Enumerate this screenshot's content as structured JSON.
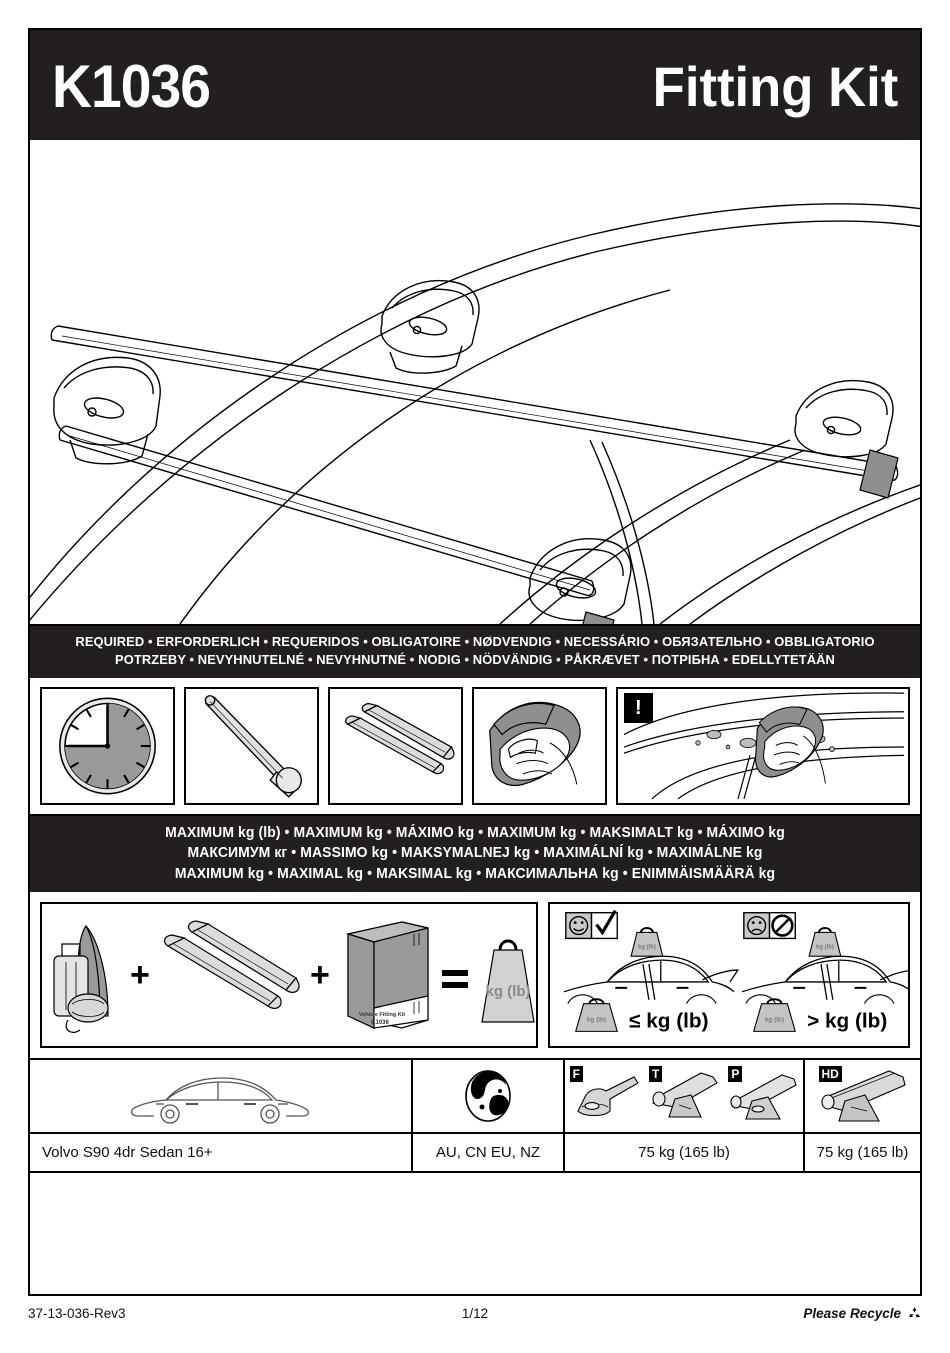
{
  "header": {
    "kit_code": "K1036",
    "title": "Fitting Kit"
  },
  "hero": {
    "description": "Line drawing of car roof with two crossbars mounted on roof feet"
  },
  "required_band": {
    "line1": "REQUIRED • ERFORDERLICH • REQUERIDOS • OBLIGATOIRE • NØDVENDIG • NECESSÁRIO • ОБЯЗАТЕЛЬНО • OBBLIGATORIO",
    "line2": "POTRZEBY • NEVYHNUTELNÉ • NEVYHNUTNÉ • NODIG • NÖDVÄNDIG • PÅKRÆVET • ПОТРІБНА • EDELLYTETÄÄN"
  },
  "tools": [
    {
      "name": "clock-15-minutes",
      "label": "15 minutes"
    },
    {
      "name": "torque-wrench",
      "label": "Torque wrench"
    },
    {
      "name": "roof-bars",
      "label": "Roof bars"
    },
    {
      "name": "cleaning-cloth-hand",
      "label": "Cloth"
    },
    {
      "name": "clean-roof-warning",
      "label": "Clean roof area",
      "warning": "!"
    }
  ],
  "maximum_band": {
    "line1": "MAXIMUM kg (lb) • MAXIMUM kg • MÁXIMO kg • MAXIMUM kg • MAKSIMALT kg • MÁXIMO kg",
    "line2": "МАКСИМУМ кг • MASSIMO kg • MAKSYMALNEJ kg • MAXIMÁLNÍ kg • MAXIMÁLNE kg",
    "line3": "MAXIMUM kg • MAXIMAL kg • MAKSIMAL kg • МАКСИМАЛЬНА kg • ENIMMÄISMÄÄRÄ kg"
  },
  "load_equation": {
    "items": [
      "luggage",
      "roof-bars",
      "fitting-kit-box"
    ],
    "operators": [
      "+",
      "+",
      "="
    ],
    "result_label": "kg (lb)",
    "box_label": "Vehicle Fitting Kit"
  },
  "compliance": {
    "correct": {
      "face": "smiley",
      "mark": "check",
      "comparison": "≤  kg (lb)",
      "weight_label": "kg (lb)"
    },
    "incorrect": {
      "face": "frowny",
      "mark": "prohibited",
      "comparison": ">  kg (lb)",
      "weight_label": "kg (lb)"
    }
  },
  "spec_table": {
    "icons": {
      "car": "sedan-side-view",
      "region": "globe",
      "feet": [
        {
          "badge": "F",
          "name": "flush-bar-foot"
        },
        {
          "badge": "T",
          "name": "through-bar-foot"
        },
        {
          "badge": "P",
          "name": "prorack-bar-foot"
        }
      ],
      "hd": {
        "badge": "HD",
        "name": "heavy-duty-bar-foot"
      }
    },
    "values": {
      "vehicle": "Volvo S90 4dr Sedan 16+",
      "region": "AU, CN EU, NZ",
      "ftp_capacity": "75 kg (165 lb)",
      "hd_capacity": "75 kg (165 lb)"
    }
  },
  "footer": {
    "doc_number": "37-13-036-Rev3",
    "page": "1/12",
    "recycle_text": "Please Recycle"
  },
  "colors": {
    "banner": "#231f20",
    "ink": "#000000",
    "fill_gray": "#9a9a9a",
    "light_gray": "#d4d4d4"
  }
}
